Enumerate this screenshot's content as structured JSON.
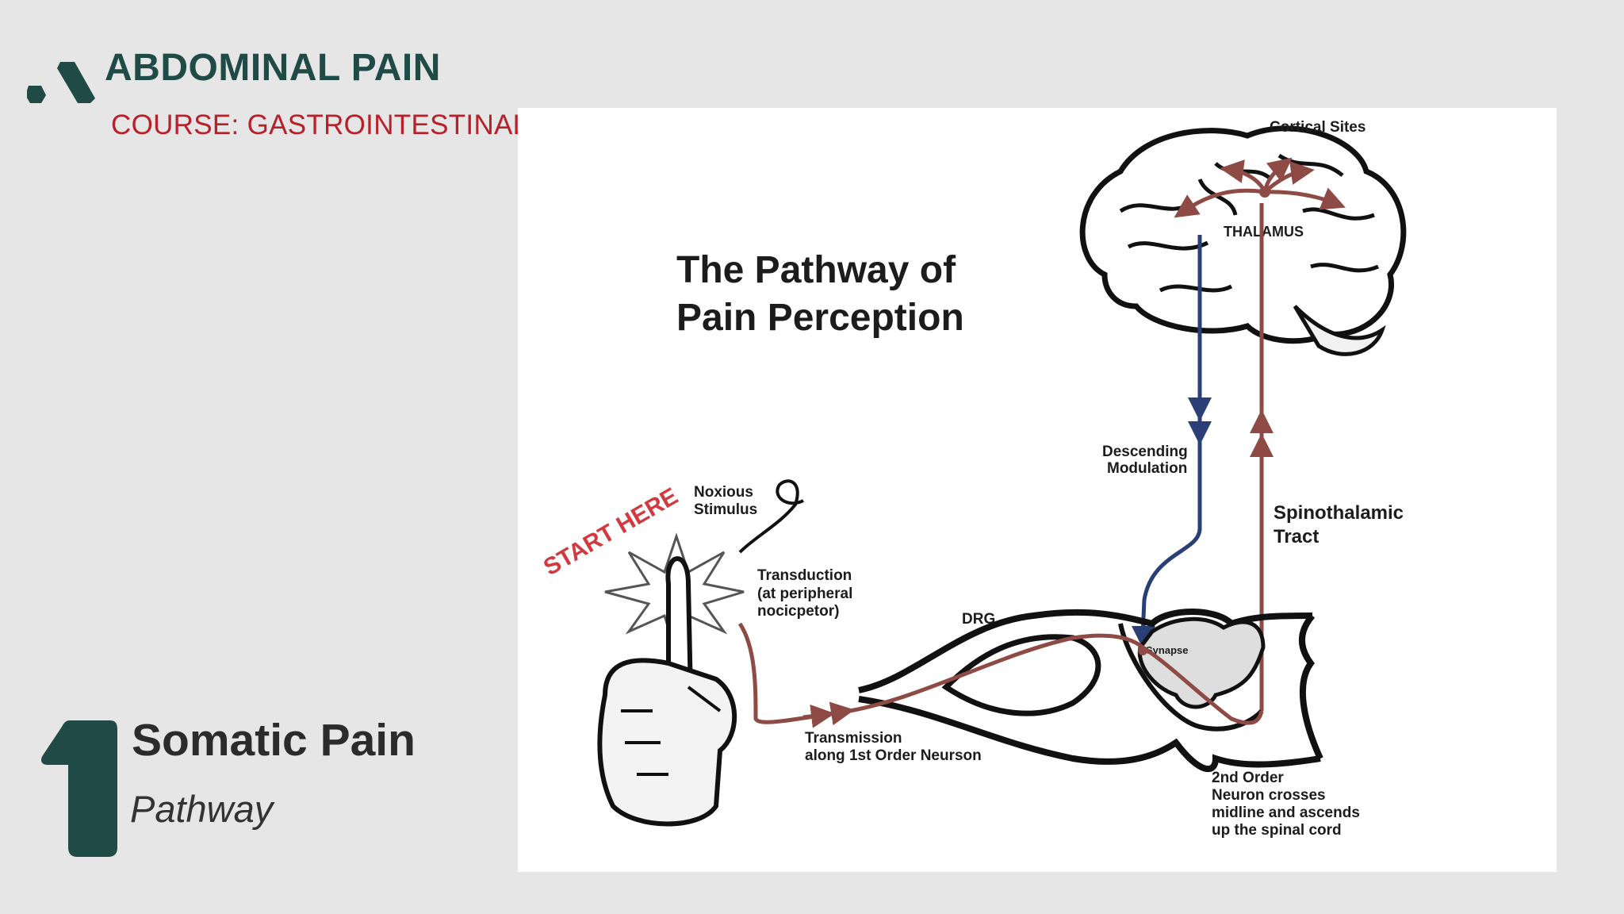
{
  "header": {
    "title": "ABDOMINAL PAIN",
    "course": "COURSE: GASTROINTESTINAL"
  },
  "section": {
    "number": "1",
    "title": "Somatic Pain",
    "caption": "Pathway"
  },
  "diagram": {
    "title_line1": "The Pathway of",
    "title_line2": "Pain Perception",
    "start_here": "START HERE",
    "noxious_1": "Noxious",
    "noxious_2": "Stimulus",
    "transduction_1": "Transduction",
    "transduction_2": "(at peripheral",
    "transduction_3": "nocicpetor)",
    "transmission_1": "Transmission",
    "transmission_2": "along 1st Order Neurson",
    "drg": "DRG",
    "synapse": "Synapse",
    "second_order_1": "2nd Order",
    "second_order_2": "Neuron crosses",
    "second_order_3": "midline and ascends",
    "second_order_4": "up the spinal cord",
    "descending_1": "Descending",
    "descending_2": "Modulation",
    "spinothalamic_1": "Spinothalamic",
    "spinothalamic_2": "Tract",
    "cortical": "Cortical Sites",
    "thalamus": "THALAMUS"
  },
  "colors": {
    "brand_dark": "#1f4a45",
    "course_red": "#b8202a",
    "ascending_path": "#8e4a44",
    "descending_path": "#2b3f77",
    "start_here": "#d23a3f"
  }
}
